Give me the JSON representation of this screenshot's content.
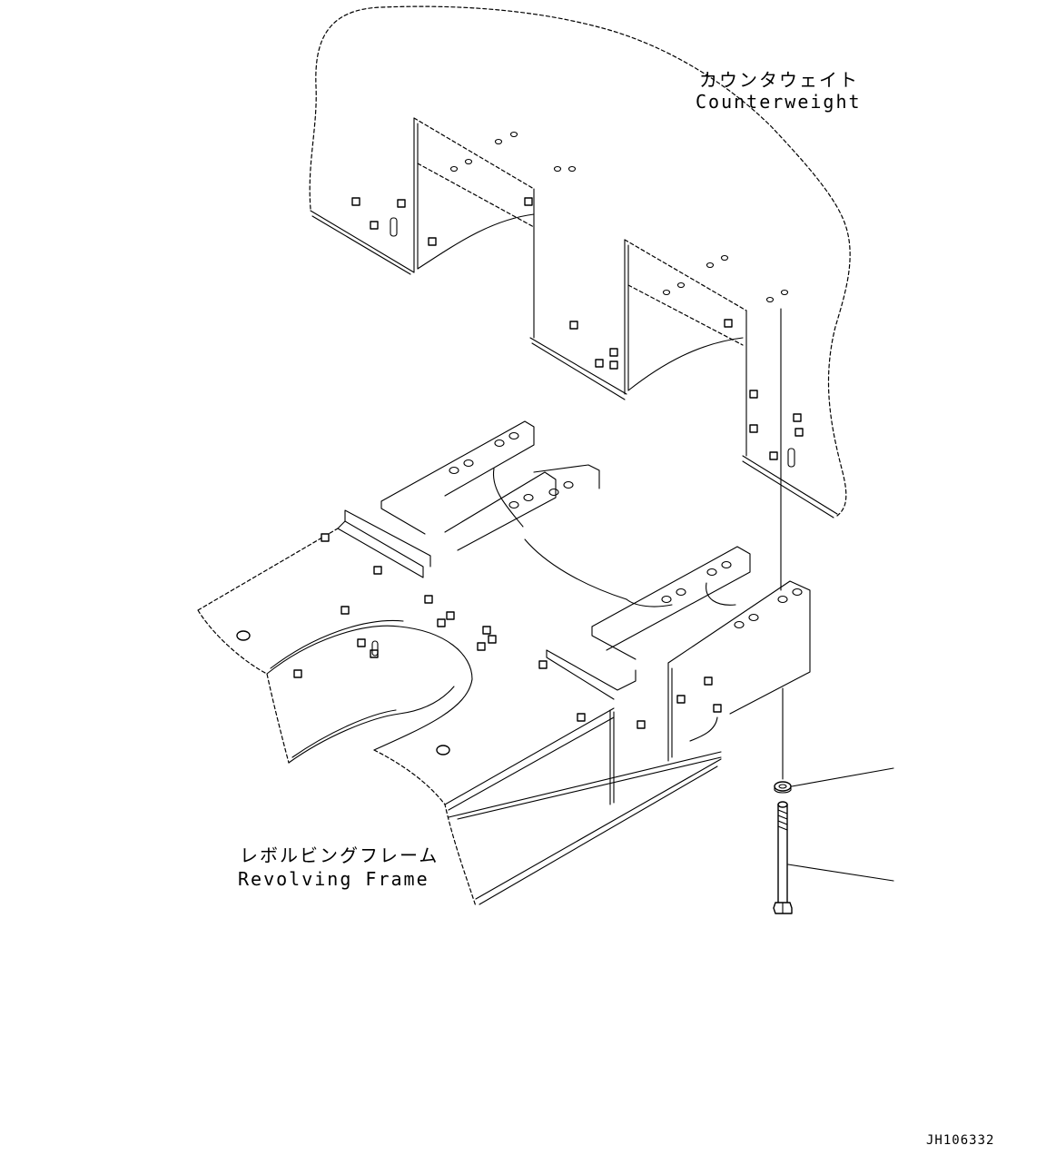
{
  "labels": {
    "counterweight_ja": "カウンタウェイト",
    "counterweight_en": "Counterweight",
    "frame_ja": "レボルビングフレーム",
    "frame_en": "Revolving Frame"
  },
  "drawing_code": "JH106332",
  "colors": {
    "line": "#000000",
    "background": "#ffffff"
  }
}
